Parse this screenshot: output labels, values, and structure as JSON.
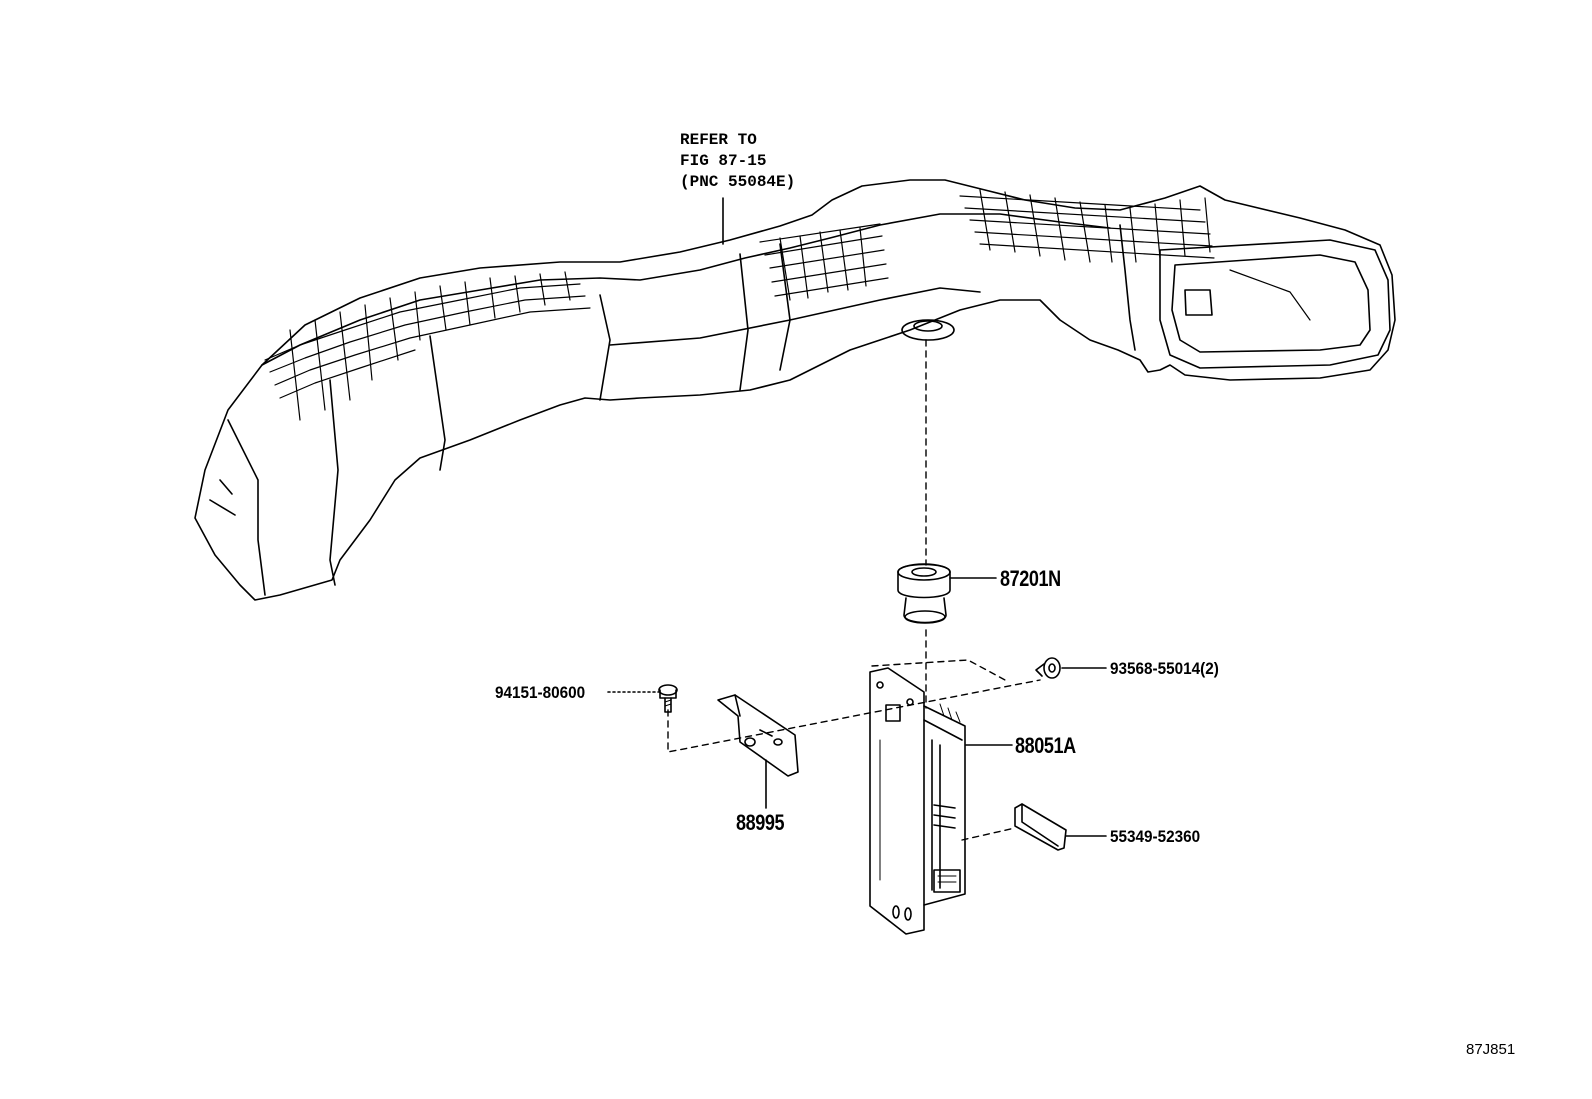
{
  "callouts": {
    "refer_note": {
      "line1": "REFER TO",
      "line2": "FIG 87-15",
      "line3": "(PNC 55084E)"
    },
    "part_87201N": "87201N",
    "part_93568": "93568-55014(2)",
    "part_94151": "94151-80600",
    "part_88051A": "88051A",
    "part_88995": "88995",
    "part_55349": "55349-52360"
  },
  "figure_id": "87J851",
  "colors": {
    "ink": "#000000",
    "background": "#ffffff"
  }
}
